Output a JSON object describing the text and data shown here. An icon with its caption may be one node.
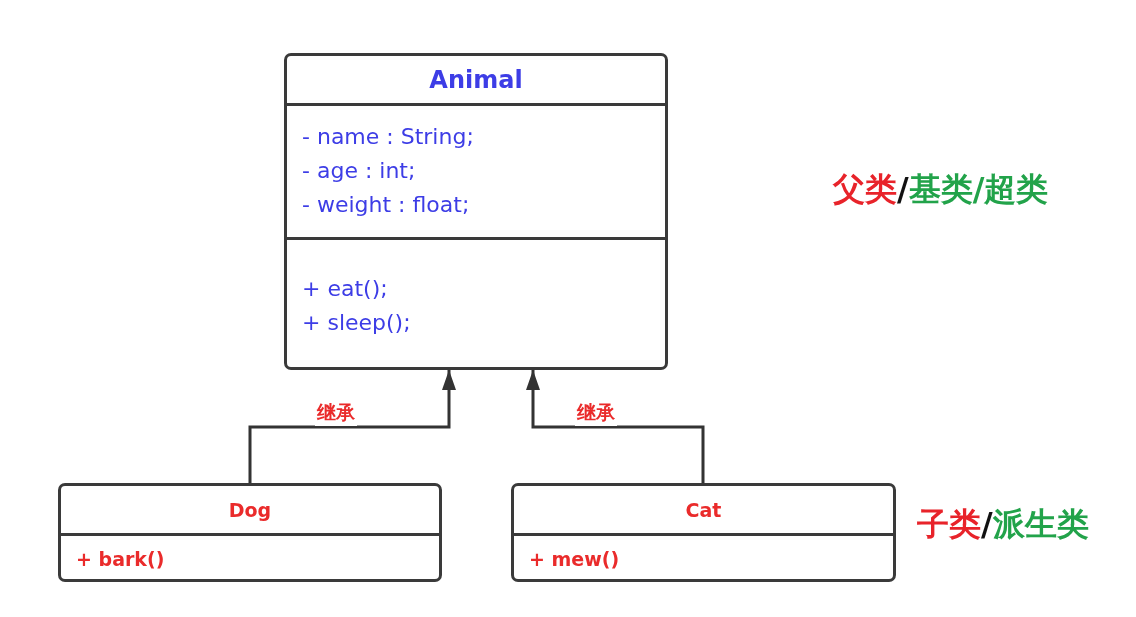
{
  "diagram": {
    "nodes": [
      {
        "text": [
          "Animal"
        ]
      },
      {
        "text": [
          "- name : String;",
          "- age : int;",
          "- weight : float;"
        ],
        "in": 0
      },
      {
        "text": [
          "+ eat();",
          "+ sleep();"
        ],
        "in": 0
      },
      {
        "text": [
          "Dog"
        ]
      },
      {
        "text": [
          "+ bark()"
        ],
        "in": 3
      },
      {
        "text": [
          "Cat"
        ]
      },
      {
        "text": [
          "+ mew()"
        ],
        "in": 5
      }
    ],
    "edges": [
      {
        "from": 3,
        "to": 0,
        "arrow": "to",
        "label": "继承"
      },
      {
        "from": 5,
        "to": 0,
        "arrow": "to",
        "label": "继承"
      }
    ],
    "labels": [
      "父类",
      "/",
      "基类/超类",
      "子类",
      "/",
      "派生类"
    ]
  }
}
